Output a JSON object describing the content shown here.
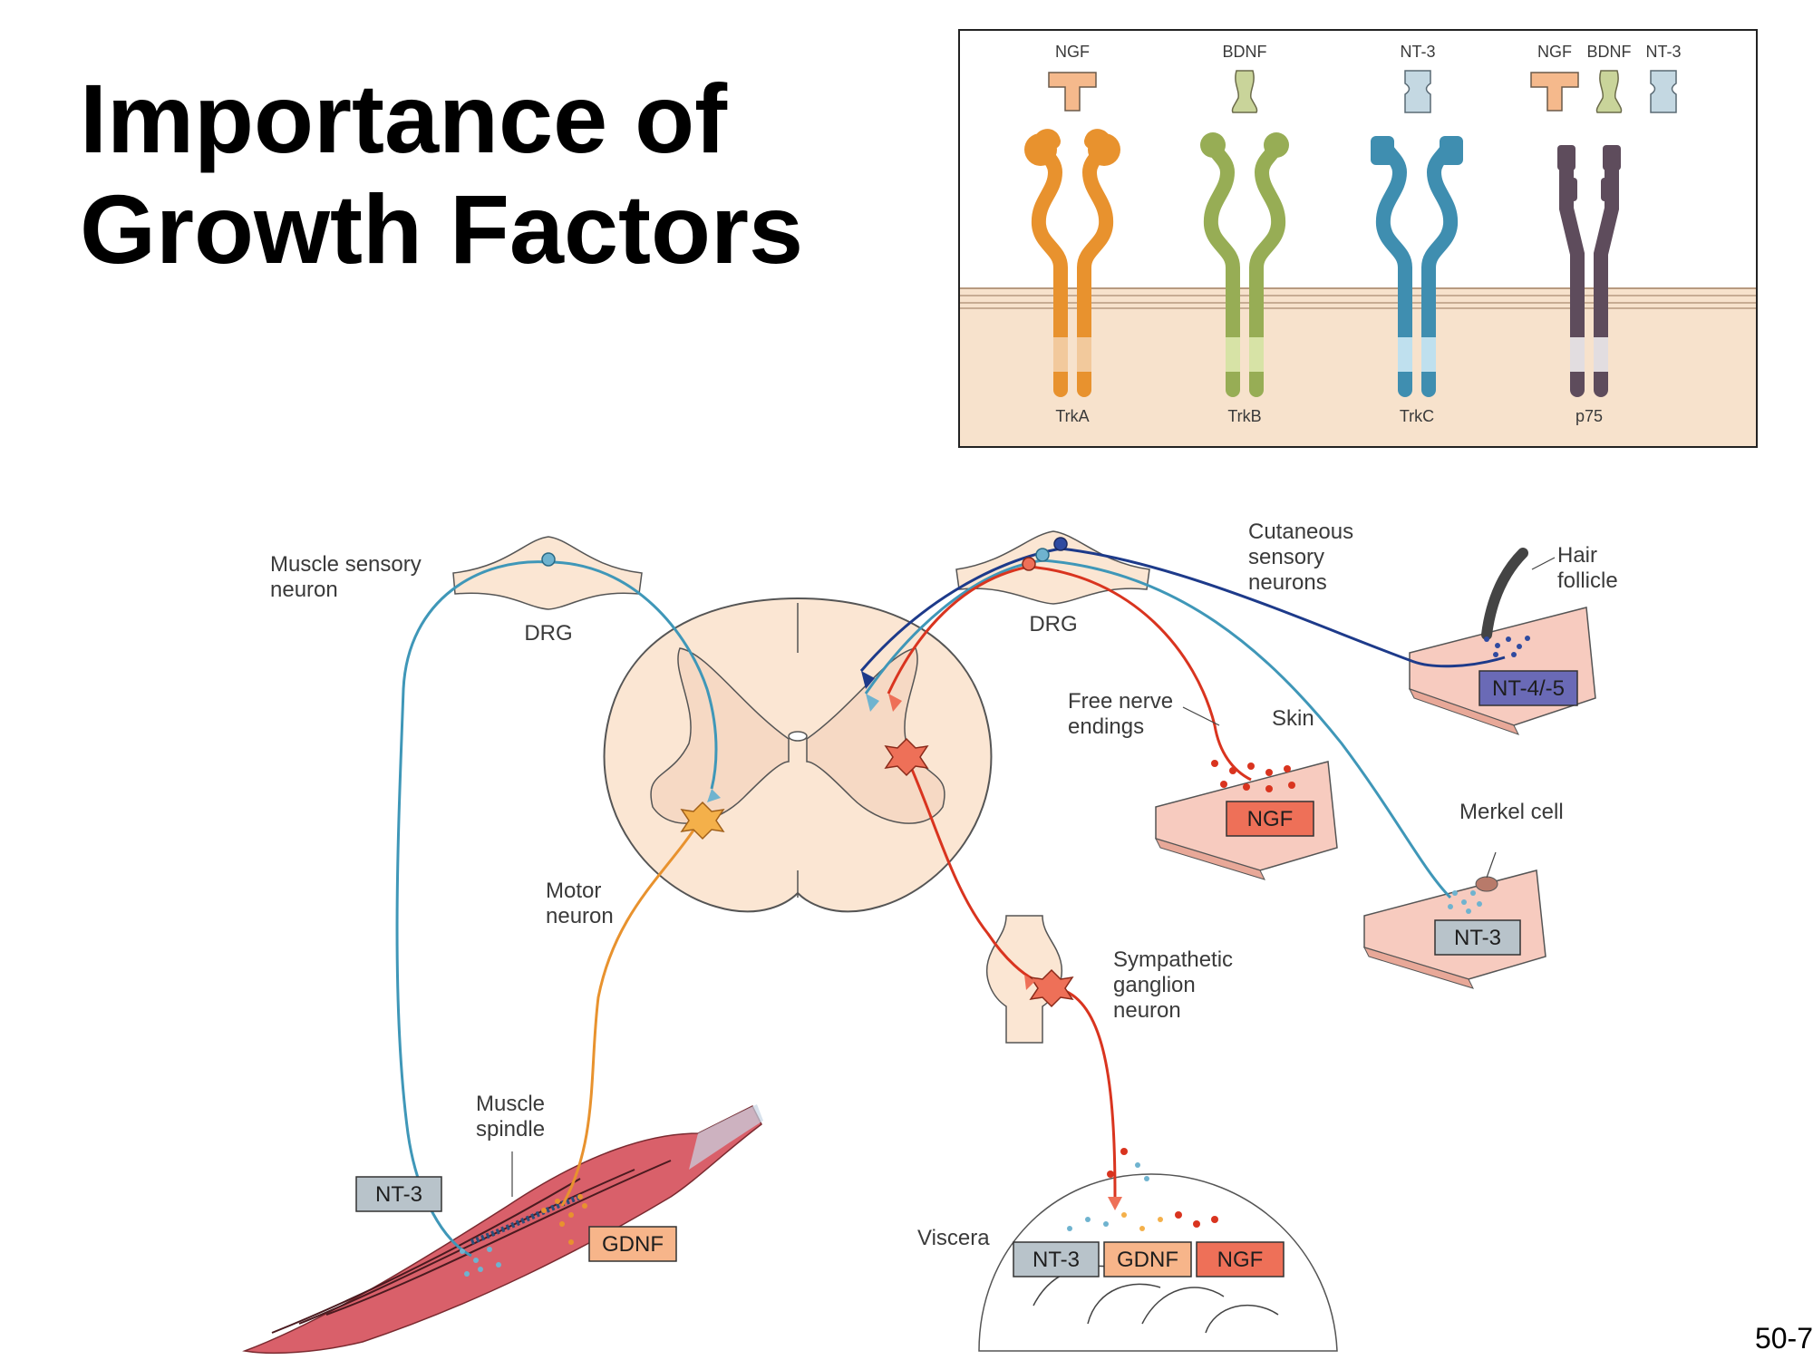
{
  "title": {
    "line1": "Importance of",
    "line2": "Growth Factors"
  },
  "page_number": "50-7",
  "receptor_panel": {
    "ligands": {
      "ngf": "NGF",
      "bdnf": "BDNF",
      "nt3": "NT-3"
    },
    "receptors": {
      "trka": "TrkA",
      "trkb": "TrkB",
      "trkc": "TrkC",
      "p75": "p75"
    }
  },
  "labels": {
    "muscle_sensory_l1": "Muscle sensory",
    "muscle_sensory_l2": "neuron",
    "drg_left": "DRG",
    "drg_right": "DRG",
    "cutaneous_l1": "Cutaneous",
    "cutaneous_l2": "sensory",
    "cutaneous_l3": "neurons",
    "hair_l1": "Hair",
    "hair_l2": "follicle",
    "free_nerve_l1": "Free nerve",
    "free_nerve_l2": "endings",
    "skin": "Skin",
    "merkel": "Merkel cell",
    "motor_l1": "Motor",
    "motor_l2": "neuron",
    "sympathetic_l1": "Sympathetic",
    "sympathetic_l2": "ganglion",
    "sympathetic_l3": "neuron",
    "muscle_spindle_l1": "Muscle",
    "muscle_spindle_l2": "spindle",
    "viscera": "Viscera"
  },
  "factor_boxes": {
    "nt3_muscle": "NT-3",
    "gdnf_muscle": "GDNF",
    "nt45_hair": "NT-4/-5",
    "ngf_skin": "NGF",
    "nt3_merkel": "NT-3",
    "nt3_viscera": "NT-3",
    "gdnf_viscera": "GDNF",
    "ngf_viscera": "NGF"
  },
  "colors": {
    "ngf": "#f5b98c",
    "bdnf": "#c9d49a",
    "nt3": "#c4d8e2",
    "trka": "#e8922e",
    "trkb": "#97ad55",
    "trkc": "#3f8eb0",
    "p75": "#5e4c5c",
    "membrane": "#f7e2cc",
    "spinal": "#fbe6d3",
    "sensory_blue": "#3f97b8",
    "motor_orange": "#e8922e",
    "ngf_red": "#d9341f",
    "nt45_navy": "#1d3a8a",
    "muscle": "#d9606a",
    "gray_box": "#b8c3ca",
    "orange_box": "#f7b58a",
    "red_box": "#ee7058",
    "purple_box": "#6a6ab6"
  }
}
